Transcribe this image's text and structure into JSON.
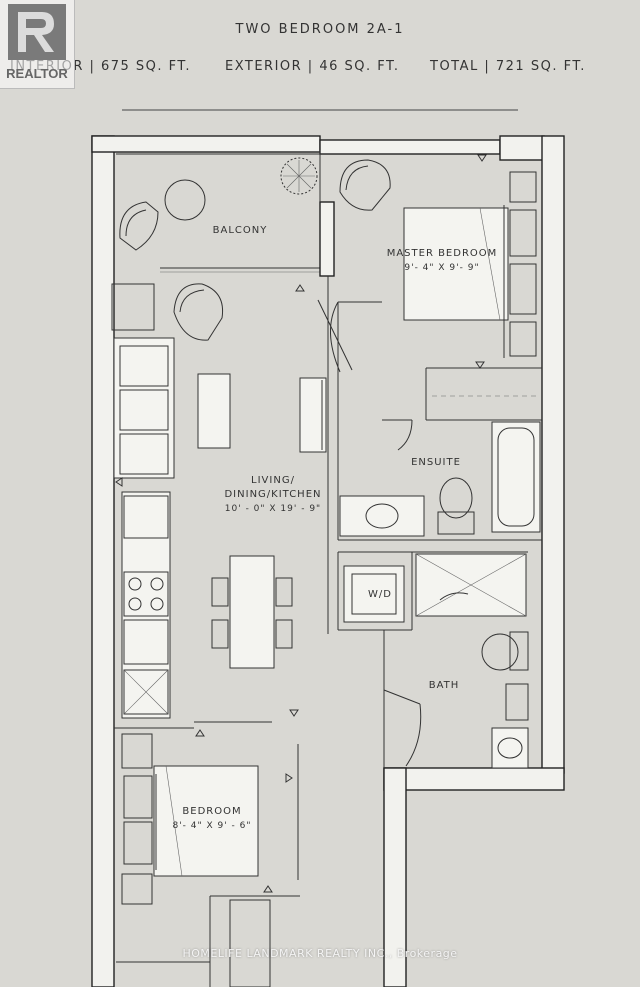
{
  "header": {
    "unit_title": "TWO BEDROOM 2A-1",
    "interior": "INTERIOR | 675 SQ. FT.",
    "exterior": "EXTERIOR | 46 SQ. FT.",
    "total": "TOTAL | 721 SQ. FT."
  },
  "logo": {
    "text": "REALTOR"
  },
  "rooms": {
    "balcony": {
      "name": "BALCONY"
    },
    "master": {
      "name": "MASTER BEDROOM",
      "dims": "9'- 4\" X 9'- 9\""
    },
    "living": {
      "name_line1": "LIVING/",
      "name_line2": "DINING/KITCHEN",
      "dims": "10' - 0\" X 19' - 9\""
    },
    "ensuite": {
      "name": "ENSUITE"
    },
    "wd": {
      "name": "W/D"
    },
    "bath": {
      "name": "BATH"
    },
    "bedroom": {
      "name": "BEDROOM",
      "dims": "8'- 4\" X 9' - 6\""
    }
  },
  "watermark": "HOMELIFE LANDMARK REALTY INC., Brokerage"
}
